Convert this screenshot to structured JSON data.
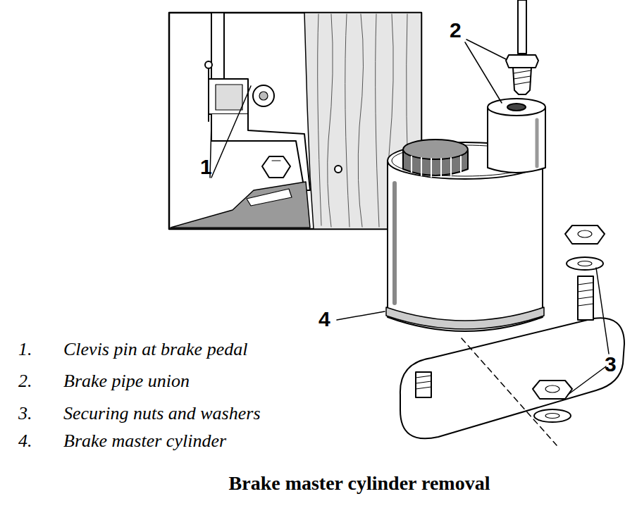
{
  "diagram": {
    "caption": "Brake master cylinder removal",
    "labels": [
      "2",
      "1",
      "4",
      "3",
      "1.",
      "Clevis pin at brake pedal",
      "2.",
      "Brake pipe union",
      "3.",
      "Securing nuts and washers",
      "4.",
      "Brake master cylinder"
    ]
  }
}
